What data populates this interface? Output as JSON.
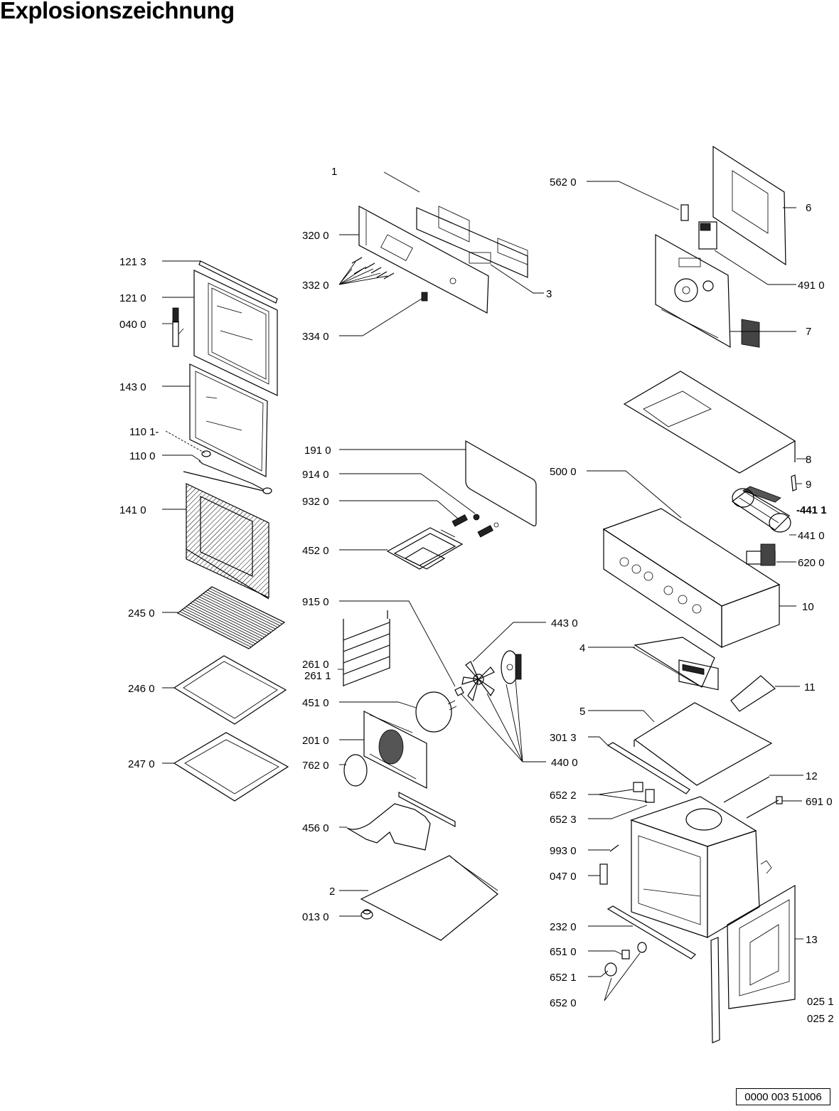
{
  "title": "Explosionszeichnung",
  "document_number": "0000 003 51006",
  "labels": {
    "p1": "1",
    "p3200": "320 0",
    "p3320": "332 0",
    "p3340": "334 0",
    "p3": "3",
    "p5620": "562 0",
    "p6": "6",
    "p4910": "491 0",
    "p7": "7",
    "p1213": "121 3",
    "p1210": "121 0",
    "p0400": "040 0",
    "p1430": "143 0",
    "p1101": "110 1-",
    "p1100": "110 0",
    "p1410": "141 0",
    "p2450": "245 0",
    "p2460": "246 0",
    "p2470": "247 0",
    "p1910": "191 0",
    "p9140": "914 0",
    "p9320": "932 0",
    "p4520": "452 0",
    "p9150": "915 0",
    "p2610": "261 0",
    "p2611": "261 1",
    "p4510": "451 0",
    "p2010": "201 0",
    "p7620": "762 0",
    "p4560": "456 0",
    "p2": "2",
    "p0130": "013 0",
    "p4430": "443 0",
    "p4400": "440 0",
    "p8": "8",
    "p9": "9",
    "p5000": "500 0",
    "p4411": "-441 1",
    "p4410": "441 0",
    "p6200": "620 0",
    "p10": "10",
    "p4": "4",
    "p11": "11",
    "p5": "5",
    "p3013": "301 3",
    "p12": "12",
    "p6522": "652 2",
    "p6523": "652 3",
    "p6910": "691 0",
    "p9930": "993 0",
    "p0470": "047 0",
    "p2320": "232 0",
    "p13": "13",
    "p6510": "651 0",
    "p6521": "652 1",
    "p6520": "652 0",
    "p0251": "025 1",
    "p0252": "025 2"
  }
}
